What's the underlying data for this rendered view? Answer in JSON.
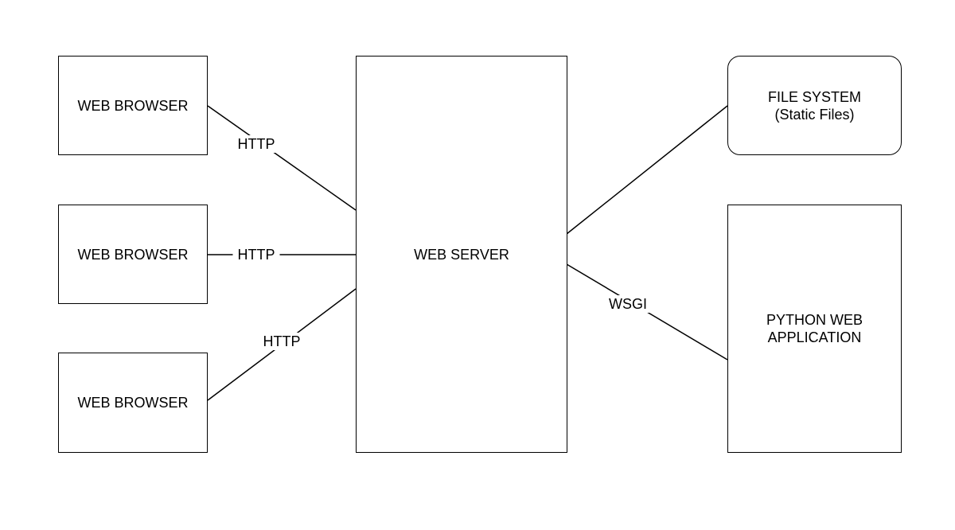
{
  "diagram": {
    "nodes": {
      "browser_1": {
        "label": "WEB BROWSER"
      },
      "browser_2": {
        "label": "WEB BROWSER"
      },
      "browser_3": {
        "label": "WEB BROWSER"
      },
      "web_server": {
        "label": "WEB SERVER"
      },
      "file_system": {
        "label": "FILE SYSTEM\n(Static Files)"
      },
      "python_app": {
        "label": "PYTHON WEB\nAPPLICATION"
      }
    },
    "edges": [
      {
        "from": "browser_1",
        "to": "web_server",
        "label": "HTTP"
      },
      {
        "from": "browser_2",
        "to": "web_server",
        "label": "HTTP"
      },
      {
        "from": "browser_3",
        "to": "web_server",
        "label": "HTTP"
      },
      {
        "from": "web_server",
        "to": "file_system",
        "label": ""
      },
      {
        "from": "web_server",
        "to": "python_app",
        "label": "WSGI"
      }
    ],
    "colors": {
      "stroke": "#000000",
      "background": "#ffffff"
    }
  }
}
